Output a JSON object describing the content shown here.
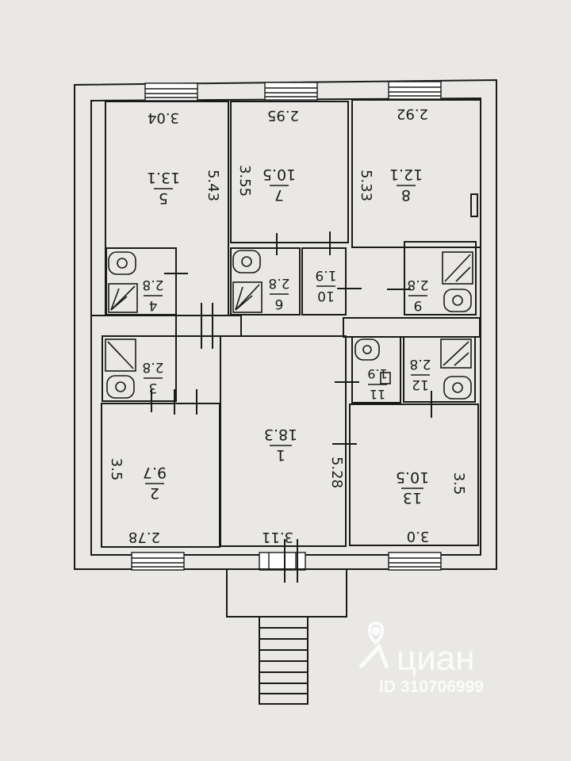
{
  "colors": {
    "background": "#e9e8e5",
    "wall": "#1a1a1a",
    "watermark": "#ffffff"
  },
  "rooms": [
    {
      "num": "5",
      "area": "13.1"
    },
    {
      "num": "7",
      "area": "10.5"
    },
    {
      "num": "8",
      "area": "12.1"
    },
    {
      "num": "4",
      "area": "2.8"
    },
    {
      "num": "6",
      "area": "2.8"
    },
    {
      "num": "10",
      "area": "1.9"
    },
    {
      "num": "9",
      "area": "2.8"
    },
    {
      "num": "3",
      "area": "2.8"
    },
    {
      "num": "11",
      "area": "1.9"
    },
    {
      "num": "12",
      "area": "2.8"
    },
    {
      "num": "1",
      "area": "18.3"
    },
    {
      "num": "2",
      "area": "9.7"
    },
    {
      "num": "13",
      "area": "10.5"
    }
  ],
  "dimensions": [
    "3.04",
    "2.95",
    "2.92",
    "5.43",
    "3.55",
    "5.33",
    "3.5",
    "2.78",
    "3.11",
    "5.28",
    "3.5",
    "3.0"
  ],
  "watermark": {
    "brand": "циан",
    "id": "ID 310706999",
    "icon": "map-pin-icon"
  }
}
